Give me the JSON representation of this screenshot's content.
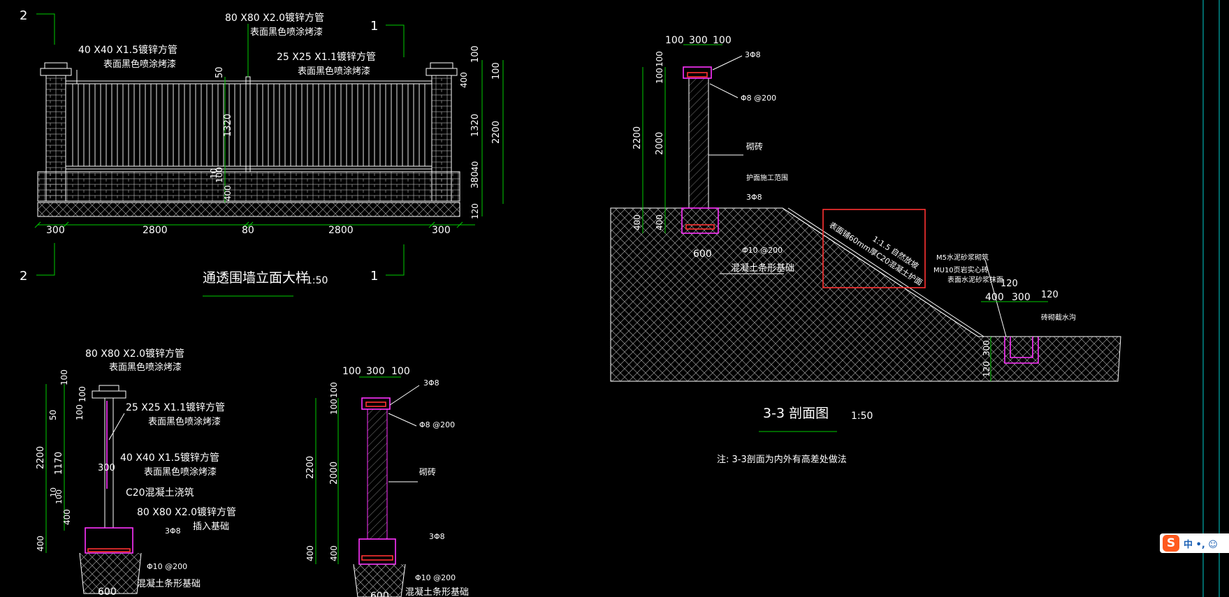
{
  "elevation": {
    "title": "通透围墙立面大样",
    "scale": "1:50",
    "callout_2": "2",
    "callout_1": "1",
    "note_post_1": "80 X80 X2.0镀锌方管",
    "note_post_2": "表面黑色喷涂烤漆",
    "note_rail_1": "40 X40 X1.5镀锌方管",
    "note_rail_2": "表面黑色喷涂烤漆",
    "note_bar_1": "25 X25 X1.1镀锌方管",
    "note_bar_2": "表面黑色喷涂烤漆",
    "dims_bottom": [
      "300",
      "2800",
      "80",
      "2800",
      "300"
    ],
    "dims_right": [
      "100",
      "100",
      "400",
      "1320",
      "380",
      "40",
      "2200",
      "120"
    ],
    "dims_inner": [
      "50",
      "1320",
      "10",
      "100",
      "400"
    ]
  },
  "section_33": {
    "title": "3-3 剖面图",
    "scale": "1:50",
    "note": "注: 3-3剖面为内外有高差处做法",
    "top_dims": [
      "100",
      "300",
      "100"
    ],
    "left_dims": [
      "100",
      "100",
      "2200",
      "2000",
      "400",
      "400"
    ],
    "rebar_top": "3Φ8",
    "stirrup": "Φ8 @200",
    "brick": "砌砖",
    "slope_limit": "护面施工范围",
    "rebar_base": "3Φ8",
    "footing_width": "600",
    "footing_bars": "Φ10 @200",
    "footing_label": "混凝土条形基础",
    "slope_ratio": "1:1.5 自然放坡",
    "slope_protect": "表面铺60mm厚C20混凝土护面",
    "ditch_note_1": "M5水泥砂浆砌筑",
    "ditch_note_2": "MU10页岩实心砖",
    "ditch_note_3": "表面水泥砂浆抹面",
    "ditch_label": "砖砌截水沟",
    "ditch_dims": [
      "120",
      "400",
      "300",
      "120",
      "300",
      "120"
    ]
  },
  "section_1": {
    "note_post_1": "80 X80 X2.0镀锌方管",
    "note_post_2": "表面黑色喷涂烤漆",
    "note_bar_1": "25 X25 X1.1镀锌方管",
    "note_bar_2": "表面黑色喷涂烤漆",
    "note_rail_1": "40 X40 X1.5镀锌方管",
    "note_rail_2": "表面黑色喷涂烤漆",
    "note_conc": "C20混凝土浇筑",
    "note_insert_1": "80 X80 X2.0镀锌方管",
    "note_insert_2": "插入基础",
    "dim_300": "300",
    "left_dims": [
      "100",
      "100",
      "50",
      "100",
      "2200",
      "1170",
      "10",
      "100",
      "400",
      "400"
    ],
    "rebar": "3Φ8",
    "bars": "Φ10 @200",
    "footing": "混凝土条形基础",
    "width": "600"
  },
  "section_2": {
    "top_dims": [
      "100",
      "300",
      "100"
    ],
    "left_dims": [
      "100",
      "100",
      "2200",
      "2000",
      "400",
      "400"
    ],
    "rebar_top": "3Φ8",
    "stirrup": "Φ8 @200",
    "brick": "砌砖",
    "rebar_base": "3Φ8",
    "bars": "Φ10 @200",
    "footing": "混凝土条形基础",
    "width": "600"
  },
  "ime": {
    "logo": "S",
    "status": "中 •, ☺"
  },
  "colors": {
    "background": "#000000",
    "dimension": "#00cc00",
    "line": "#ffffff",
    "footing": "#ff33ff",
    "highlight": "#ff3333",
    "border": "#00cccc"
  }
}
